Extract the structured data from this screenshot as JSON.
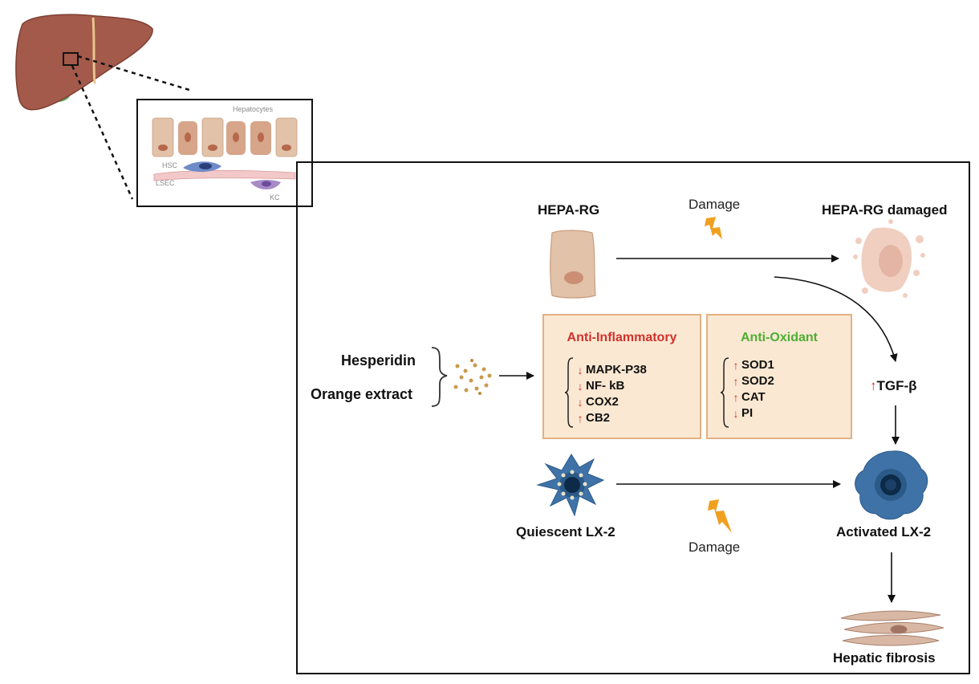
{
  "inset": {
    "hepatocytes": "Hepatocytes",
    "hsc": "HSC",
    "lsec": "LSEC",
    "kc": "KC"
  },
  "labels": {
    "hepa_rg": "HEPA-RG",
    "hepa_rg_damaged": "HEPA-RG damaged",
    "damage_top": "Damage",
    "damage_bottom": "Damage",
    "hesperidin": "Hesperidin",
    "orange_extract": "Orange extract",
    "tgf_arrow": "↑",
    "tgf": "TGF-β",
    "quiescent": "Quiescent LX-2",
    "activated": "Activated LX-2",
    "fibrosis": "Hepatic fibrosis"
  },
  "anti_inflammatory": {
    "title": "Anti-Inflammatory",
    "title_color": "#d0312d",
    "items": [
      {
        "arrow": "↓",
        "text": "MAPK-P38"
      },
      {
        "arrow": "↓",
        "text": "NF- kB"
      },
      {
        "arrow": "↓",
        "text": "COX2"
      },
      {
        "arrow": "↑",
        "text": "CB2"
      }
    ]
  },
  "anti_oxidant": {
    "title": "Anti-Oxidant",
    "title_color": "#4caf32",
    "items": [
      {
        "arrow": "↑",
        "text": "SOD1"
      },
      {
        "arrow": "↑",
        "text": "SOD2"
      },
      {
        "arrow": "↑",
        "text": "CAT"
      },
      {
        "arrow": "↓",
        "text": "PI"
      }
    ]
  },
  "colors": {
    "liver": "#a45a4a",
    "cell_tan": "#e2c2a8",
    "lightning": "#f0a020",
    "lx2_blue": "#3f73a8",
    "panel_fill": "#fbe8d2",
    "panel_border": "#e3b083"
  }
}
